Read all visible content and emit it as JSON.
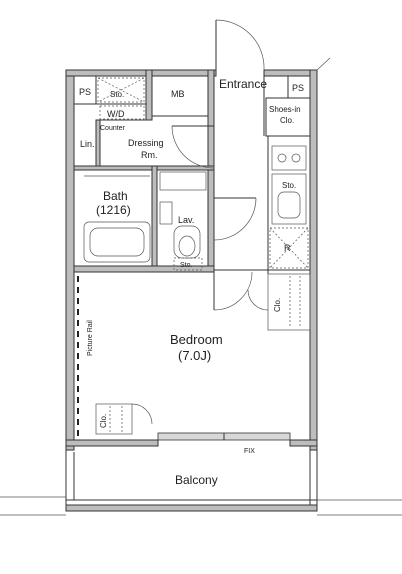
{
  "rooms": {
    "ps_left": "PS",
    "storage_top": "Sto.",
    "wd": "W/D",
    "mb": "MB",
    "entrance": "Entrance",
    "ps_right": "PS",
    "shoes_in_1": "Shoes-in",
    "shoes_in_2": "Clo.",
    "counter": "Counter",
    "linen": "Lin.",
    "dressing_1": "Dressing",
    "dressing_2": "Rm.",
    "kitchen_storage": "Sto.",
    "bath_1": "Bath",
    "bath_2": "(1216)",
    "lav": "Lav.",
    "lav_storage": "Sto.",
    "refrigerator": "R",
    "closet_right": "Clo.",
    "picture_rail": "Picture Rail",
    "bedroom_1": "Bedroom",
    "bedroom_2": "(7.0J)",
    "closet_left": "Clo.",
    "fix": "FIX",
    "balcony": "Balcony"
  },
  "colors": {
    "wall": "#bdbdbd",
    "line": "#333333",
    "background": "#ffffff"
  }
}
